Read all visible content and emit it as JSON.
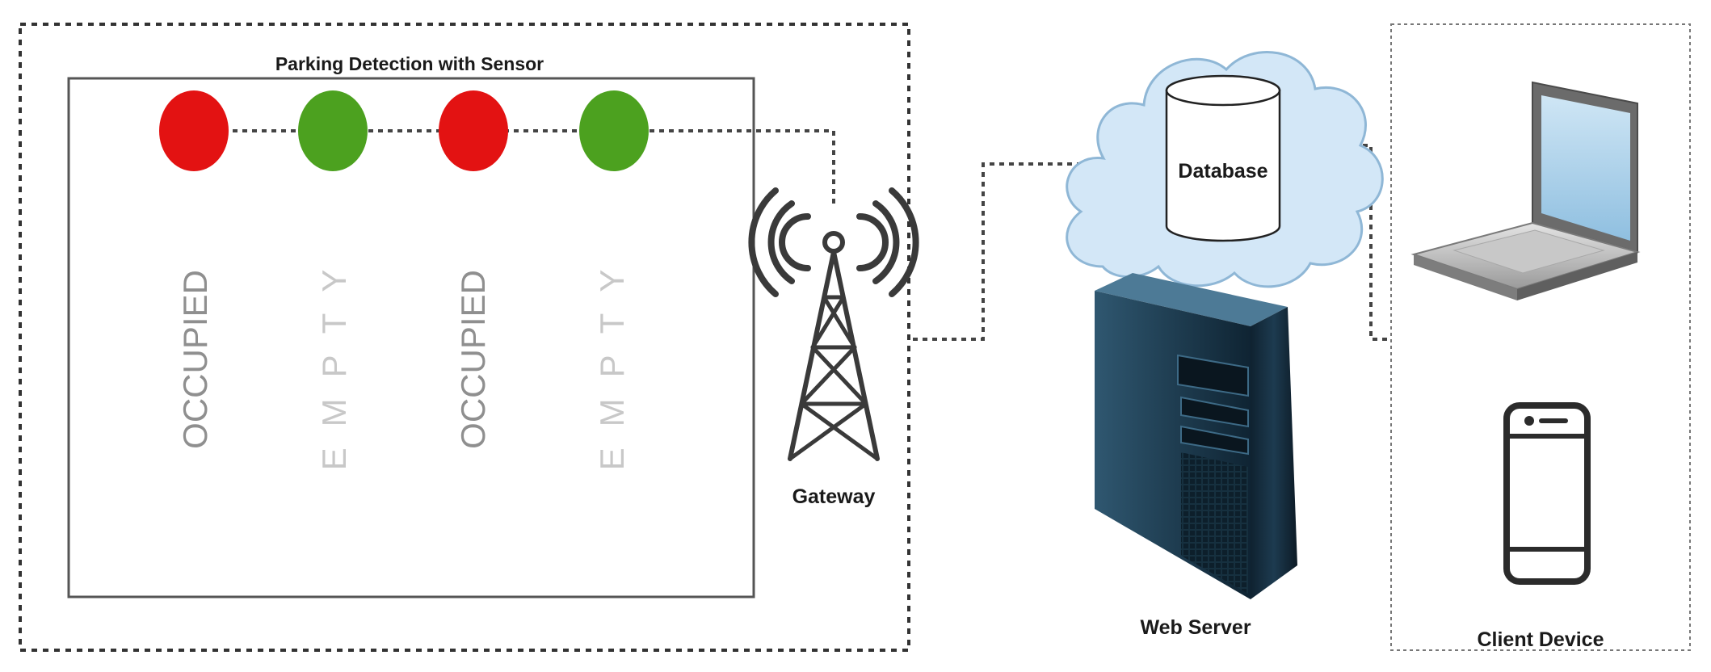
{
  "diagram": {
    "title": "Parking Detection with Sensor",
    "gateway_label": "Gateway",
    "database_label": "Database",
    "webserver_label": "Web Server",
    "client_label": "Client Device"
  },
  "slots": [
    {
      "status": "OCCUPIED",
      "sensor_color": "#e31212",
      "text_color": "#8f8f8f"
    },
    {
      "status": "EMPTY",
      "sensor_color": "#4ca11f",
      "text_color": "#c8c8c8"
    },
    {
      "status": "OCCUPIED",
      "sensor_color": "#e31212",
      "text_color": "#8f8f8f"
    },
    {
      "status": "EMPTY",
      "sensor_color": "#4ca11f",
      "text_color": "#c8c8c8"
    }
  ],
  "colors": {
    "occupied": "#e31212",
    "empty": "#4ca11f",
    "cloud_fill": "#d3e7f7",
    "cloud_stroke": "#8fb7d6",
    "tower": "#3a3a3a"
  },
  "icons": {
    "gateway": "antenna-tower-icon",
    "database": "database-cylinder-icon",
    "cloud": "cloud-icon",
    "server": "server-tower-icon",
    "laptop": "laptop-icon",
    "phone": "smartphone-icon"
  }
}
